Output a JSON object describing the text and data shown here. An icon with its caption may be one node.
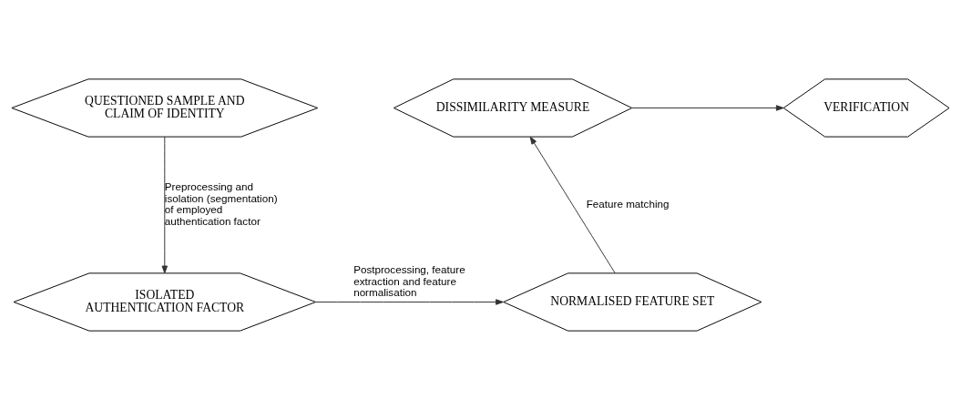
{
  "diagram": {
    "nodes": [
      {
        "text": [
          "QUESTIONED SAMPLE AND CLAIM OF IDENTITY"
        ]
      },
      {
        "text": [
          "ISOLATED AUTHENTICATION FACTOR"
        ]
      },
      {
        "text": [
          "NORMALISED FEATURE SET"
        ]
      },
      {
        "text": [
          "DISSIMILARITY MEASURE"
        ]
      },
      {
        "text": [
          "VERIFICATION"
        ]
      }
    ],
    "edges": [
      {
        "from": 0,
        "to": 1,
        "arrow": "to",
        "label": "Preprocessing and isolation (segmentation) of employed authentication factor"
      },
      {
        "from": 1,
        "to": 2,
        "arrow": "to",
        "label": "Postprocessing, feature extraction and feature normalisation"
      },
      {
        "from": 2,
        "to": 3,
        "arrow": "to",
        "label": "Feature matching"
      },
      {
        "from": 3,
        "to": 4,
        "arrow": "to"
      }
    ]
  }
}
